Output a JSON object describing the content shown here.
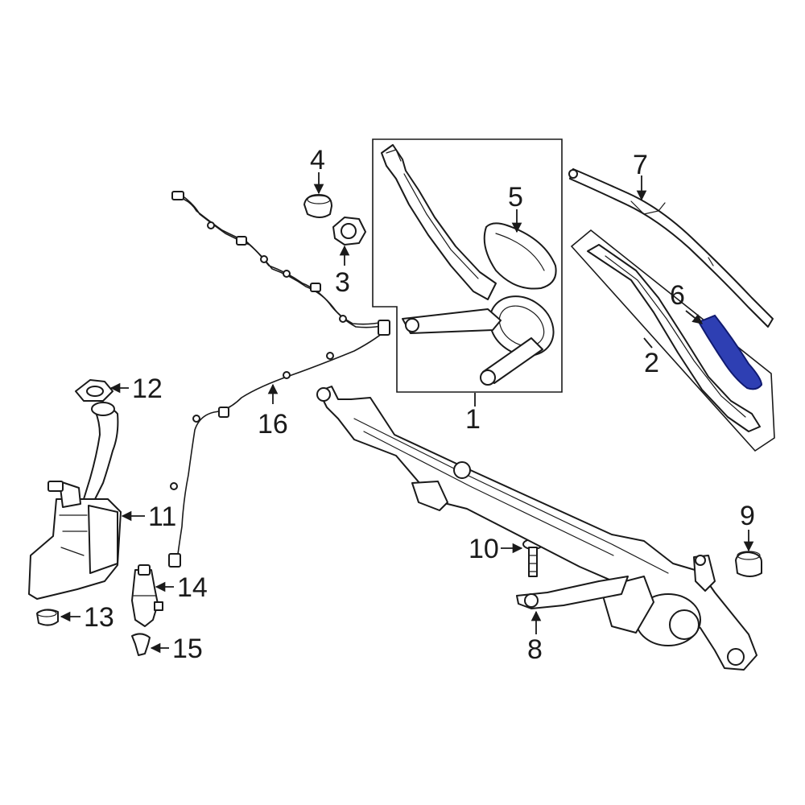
{
  "colors": {
    "line": "#1a1a1a",
    "background": "#ffffff",
    "highlight_fill": "#2e3fb3",
    "highlight_stroke": "#101a70"
  },
  "highlighted_part": "6",
  "callouts": [
    {
      "id": "c1",
      "label": "1"
    },
    {
      "id": "c2",
      "label": "2"
    },
    {
      "id": "c3",
      "label": "3"
    },
    {
      "id": "c4",
      "label": "4"
    },
    {
      "id": "c5",
      "label": "5"
    },
    {
      "id": "c6",
      "label": "6"
    },
    {
      "id": "c7",
      "label": "7"
    },
    {
      "id": "c8",
      "label": "8"
    },
    {
      "id": "c9",
      "label": "9"
    },
    {
      "id": "c10",
      "label": "10"
    },
    {
      "id": "c11",
      "label": "11"
    },
    {
      "id": "c12",
      "label": "12"
    },
    {
      "id": "c13",
      "label": "13"
    },
    {
      "id": "c14",
      "label": "14"
    },
    {
      "id": "c15",
      "label": "15"
    },
    {
      "id": "c16",
      "label": "16"
    }
  ]
}
